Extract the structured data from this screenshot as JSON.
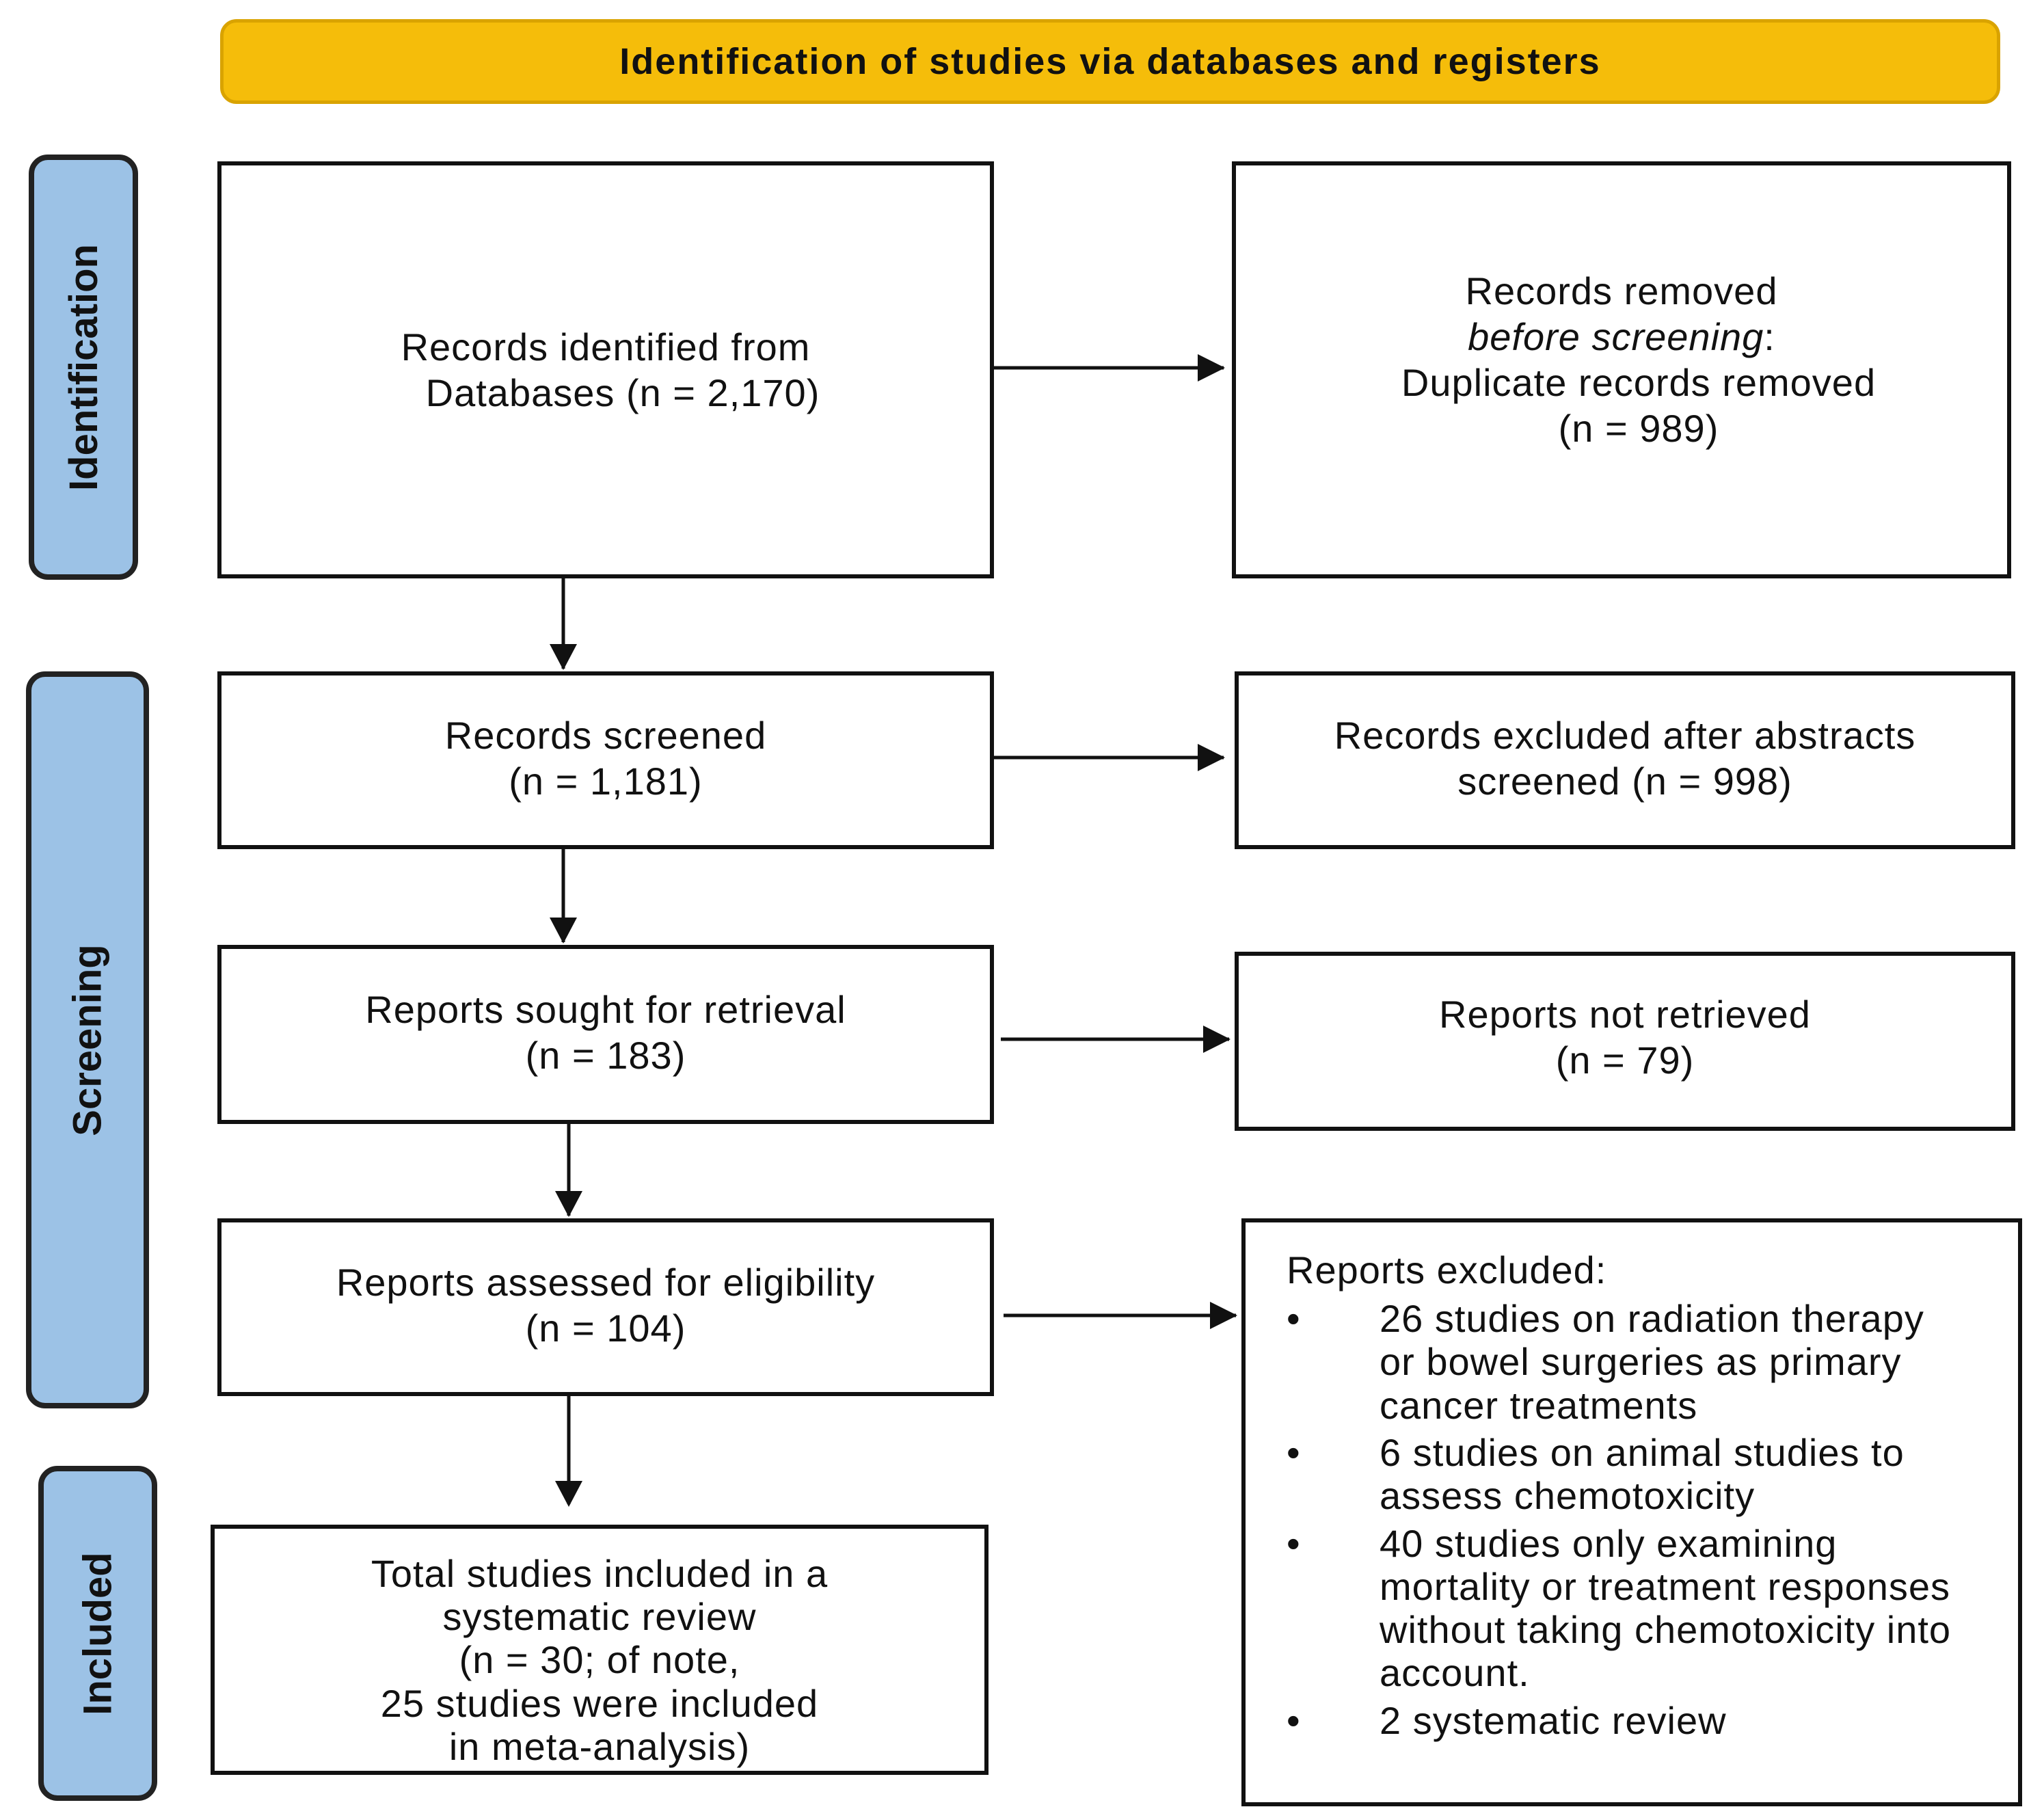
{
  "banner": {
    "title": "Identification of studies via databases and registers"
  },
  "phases": {
    "identification": "Identification",
    "screening": "Screening",
    "included": "Included"
  },
  "boxes": {
    "identified": {
      "line1": "Records identified from",
      "line2": "Databases (n = 2,170)"
    },
    "removed": {
      "line1": "Records removed",
      "line2": "before screening",
      "line2_suffix": ":",
      "line3": "Duplicate records removed",
      "line4": "(n = 989)"
    },
    "screened": {
      "line1": "Records screened",
      "line2": "(n = 1,181)"
    },
    "excluded_abstracts": {
      "line1": "Records excluded after abstracts",
      "line2": "screened (n = 998)"
    },
    "sought": {
      "line1": "Reports sought for retrieval",
      "line2": "(n = 183)"
    },
    "not_retrieved": {
      "line1": "Reports not retrieved",
      "line2": "(n = 79)"
    },
    "assessed": {
      "line1": "Reports assessed for eligibility",
      "line2": "(n = 104)"
    },
    "included": {
      "line1": "Total studies included in a",
      "line2": "systematic review",
      "line3": "(n = 30; of note,",
      "line4": "25 studies were included",
      "line5": "in meta-analysis)"
    },
    "reports_excluded": {
      "heading": "Reports excluded:",
      "items": [
        "26 studies on radiation therapy or bowel surgeries as primary cancer treatments",
        "6 studies on animal studies to assess chemotoxicity",
        "40 studies only examining mortality or treatment responses without taking chemotoxicity into account.",
        "2 systematic review"
      ]
    }
  },
  "colors": {
    "banner": "#f5bd0a",
    "phase": "#9cc2e6",
    "line": "#111111"
  }
}
